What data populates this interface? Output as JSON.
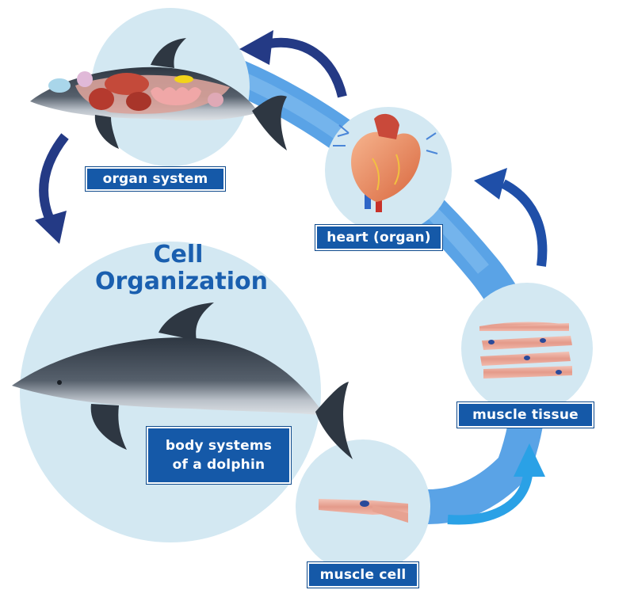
{
  "title": {
    "line1": "Cell",
    "line2": "Organization"
  },
  "labels": {
    "organ_system": "organ system",
    "body_systems_line1": "body systems",
    "body_systems_line2": "of a dolphin",
    "heart": "heart (organ)",
    "muscle_tissue": "muscle tissue",
    "muscle_cell": "muscle cell"
  },
  "colors": {
    "circle_fill": "#d3e8f2",
    "ring_band": "#5aa3e6",
    "label_bg": "#1559a8",
    "title_text": "#1a5faf",
    "arrow_dark": "#243a85",
    "arrow_mid": "#1f4fa8",
    "arrow_light": "#2aa1e6",
    "dolphin_gray": "#3b4552",
    "muscle_pink": "#e9a596"
  },
  "icons": [
    "dolphin-anatomy-icon",
    "dolphin-icon",
    "heart-icon",
    "muscle-tissue-icon",
    "muscle-cell-icon",
    "cycle-arrow-icon"
  ]
}
